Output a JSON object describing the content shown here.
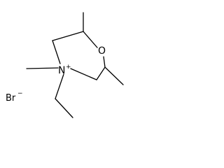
{
  "molecule": {
    "atoms": {
      "oxygen": {
        "symbol": "O"
      },
      "nitrogen": {
        "symbol": "N",
        "charge": "+"
      },
      "bromide": {
        "symbol": "Br",
        "charge": "−"
      }
    }
  },
  "colors": {
    "ink": "#000000",
    "background": "#ffffff"
  }
}
